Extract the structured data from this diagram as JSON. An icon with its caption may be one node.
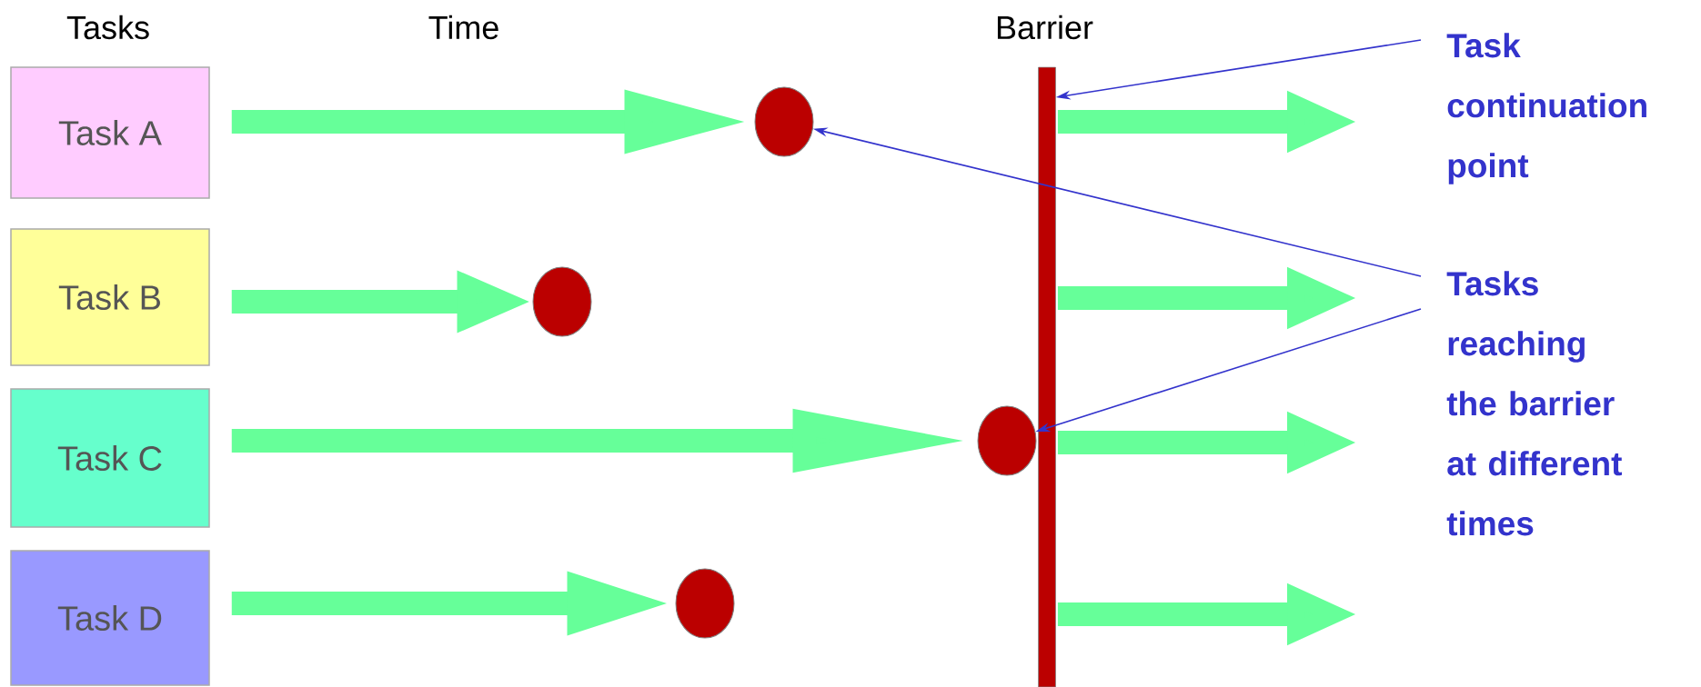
{
  "diagram": {
    "nodes": [
      {
        "text": [
          "Task A"
        ]
      },
      {
        "text": [
          "Task B"
        ]
      },
      {
        "text": [
          "Task C"
        ]
      },
      {
        "text": [
          "Task D"
        ]
      },
      {
        "text": [],
        "shape": "circle"
      },
      {
        "text": [],
        "shape": "circle"
      },
      {
        "text": [],
        "shape": "circle"
      },
      {
        "text": [],
        "shape": "circle"
      },
      {
        "text": [
          "Barrier"
        ]
      },
      {
        "text": [
          "Task continuation point"
        ]
      },
      {
        "text": [
          "Tasks reaching the barrier at different times"
        ]
      }
    ],
    "edges": [
      {
        "from": 0,
        "to": 4,
        "arrow": "to"
      },
      {
        "from": 1,
        "to": 5,
        "arrow": "to"
      },
      {
        "from": 2,
        "to": 6,
        "arrow": "to"
      },
      {
        "from": 3,
        "to": 7,
        "arrow": "to"
      },
      {
        "from": 8,
        "to": null,
        "arrow": "to"
      },
      {
        "from": 8,
        "to": null,
        "arrow": "to"
      },
      {
        "from": 8,
        "to": null,
        "arrow": "to"
      },
      {
        "from": 8,
        "to": null,
        "arrow": "to"
      },
      {
        "from": 9,
        "to": 8,
        "arrow": "to",
        "color": "#3333cc"
      },
      {
        "from": 10,
        "to": 4,
        "arrow": "to",
        "color": "#3333cc"
      },
      {
        "from": 10,
        "to": 6,
        "arrow": "to",
        "color": "#3333cc"
      }
    ],
    "labels": [
      "Tasks",
      "Time"
    ]
  }
}
